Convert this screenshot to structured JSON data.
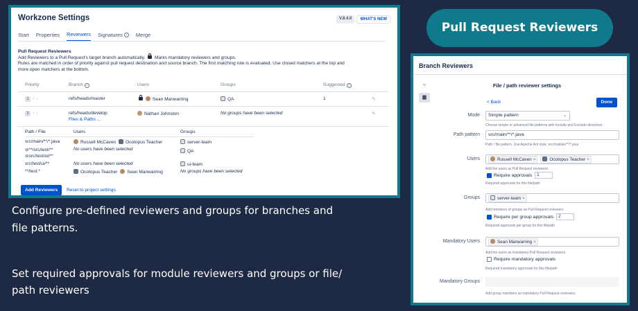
{
  "left_panel": {
    "title": "Workzone Settings",
    "version_badge": "V.8.4.0",
    "whats_new": "WHAT'S NEW",
    "tabs": [
      {
        "label": "Start"
      },
      {
        "label": "Properties"
      },
      {
        "label": "Reviewers"
      },
      {
        "label": "Signatures"
      },
      {
        "label": "Merge"
      }
    ],
    "section_title": "Pull Request Reviewers",
    "desc_line1": "Add Reviewers to a Pull Request's target branch automatically.",
    "desc_line1b": "Marks mandatory reviewers and groups.",
    "desc_line2": "Rules are matched in order of priority against pull request destination and source branch. The first matching rule is evaluated. Use closed matchers at the top and",
    "desc_line3": "more open matchers at the bottom.",
    "columns": {
      "priority": "Priority",
      "branch": "Branch",
      "users": "Users",
      "groups": "Groups",
      "suggested": "Suggested"
    },
    "rows": [
      {
        "priority": "1",
        "branch": "refs/heads/master",
        "user": "Sean Manwarring",
        "group": "QA",
        "suggested": "1"
      },
      {
        "priority": "2",
        "branch": "refs/heads/develop",
        "branch_link": "Files & Paths ...",
        "user": "Nathan Johnston",
        "group": "No groups have been selected",
        "suggested": ""
      }
    ],
    "file_columns": {
      "path": "Path / File",
      "users": "Users",
      "groups": "Groups"
    },
    "file_rows": [
      {
        "path": "src/main/**/*.java",
        "user1": "Russell McCaven",
        "user2": "Ocotopus Teacher",
        "group": "server-team"
      },
      {
        "path": "**/src/test/**",
        "path2": "src/test/ui/**",
        "users_empty": "No users have been selected",
        "group": "QA"
      },
      {
        "path": "src/test/ui/**",
        "users_empty": "No users have been selected",
        "group": "ui-team"
      },
      {
        "path": "**/test.*",
        "user1": "Ocotopus Teacher",
        "user2": "Sean Manwarring",
        "group_empty": "No groups have been selected"
      }
    ],
    "add_button": "Add Reviewers",
    "reset_link": "Reset to project settings"
  },
  "captions": {
    "line1": "Configure pre-defined reviewers and groups for branches and",
    "line2": "file patterns.",
    "line3": "Set required approvals for module reviewers and groups or file/",
    "line4": "path reviewers"
  },
  "header_pill": "Pull Request Reviewers",
  "right_panel": {
    "title": "Branch Reviewers",
    "subtitle": "File / path reviewer settings",
    "back": "< Back",
    "done": "Done",
    "mode_label": "Mode",
    "mode_value": "Simple pattern",
    "mode_help": "Choose simple or advanced file patterns with Include and Exclude directives",
    "path_label": "Path pattern",
    "path_value": "src/main/**/*.java",
    "path_help": "Path / file pattern. Use Apache Ant style: src/module/**/*.java",
    "users_label": "Users",
    "users_chips": [
      "Russell McCaven",
      "Ocotopus Teacher"
    ],
    "users_help": "Add the users as Pull Request reviewers",
    "require_approvals": "Require approvals",
    "require_approvals_value": "1",
    "approvals_help": "Required approvals for this file/path",
    "groups_label": "Groups",
    "groups_chips": [
      "server-team"
    ],
    "groups_help": "Add members of groups as Pull Request reviewers",
    "require_group": "Require per group approvals",
    "require_group_value": "2",
    "group_help": "Required approvals per group for this filepath",
    "mandatory_users_label": "Mandatory Users",
    "mandatory_users_chips": [
      "Sean Manwarring"
    ],
    "mandatory_users_help": "Add the users as mandatory Pull Request reviewers.",
    "require_mandatory": "Require mandatory approvals",
    "mandatory_help": "Required mandatory approvals for this file/path",
    "mandatory_groups_label": "Mandatory Groups",
    "mandatory_groups_help": "Add group members as mandatory Pull Request reviewers."
  }
}
